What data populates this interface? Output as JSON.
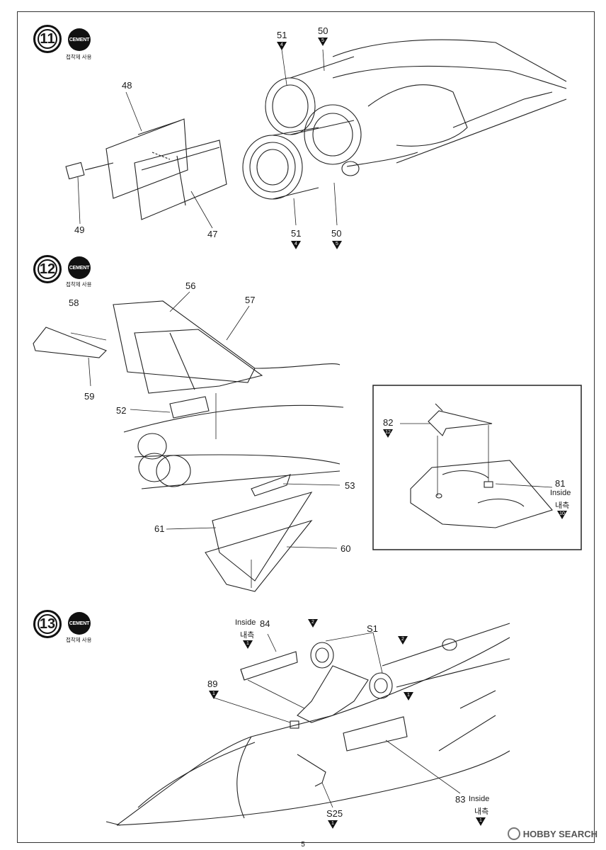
{
  "page_number": "5",
  "steps": [
    {
      "number": "11",
      "cement": "CEMENT",
      "cement_kr": "접착제 사용"
    },
    {
      "number": "12",
      "cement": "CEMENT",
      "cement_kr": "접착제 사용"
    },
    {
      "number": "13",
      "cement": "CEMENT",
      "cement_kr": "접착제 사용"
    }
  ],
  "labels": {
    "s11": {
      "p51a": "51",
      "p50a": "50",
      "p48": "48",
      "p49": "49",
      "p47": "47",
      "p51b": "51",
      "p50b": "50",
      "t4a": "4",
      "t5a": "5",
      "t4b": "4",
      "t5b": "5"
    },
    "s12": {
      "p56": "56",
      "p57": "57",
      "p58": "58",
      "p59": "59",
      "p52": "52",
      "p53": "53",
      "p61": "61",
      "p60": "60",
      "p82": "82",
      "t12": "12",
      "p81": "81",
      "inside": "Inside",
      "inside_kr": "내측",
      "t10": "10"
    },
    "s13": {
      "p84": "84",
      "inside84": "Inside",
      "inside84_kr": "내측",
      "t1_84": "1",
      "p89": "89",
      "t1_89": "1",
      "s1": "S1",
      "t2a": "2",
      "t2b": "2",
      "t1_s1": "1",
      "p83": "83",
      "inside83": "Inside",
      "inside83_kr": "내측",
      "t1_83": "1",
      "s25": "S25",
      "t1_s25": "1"
    }
  },
  "watermark": "HOBBY SEARCH",
  "icons": [
    "step-circle-icon",
    "cement-icon",
    "paint-triangle-icon"
  ]
}
